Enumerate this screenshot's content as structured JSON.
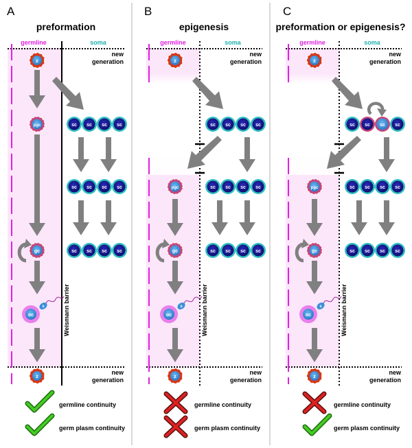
{
  "panels": [
    {
      "letter": "A",
      "title": "preformation",
      "germline_label": "germline",
      "soma_label": "soma",
      "new_generation_top": [
        "new",
        "generation"
      ],
      "new_generation_bottom": [
        "new",
        "generation"
      ],
      "barrier_label": "Weismann barrier",
      "cells": {
        "zygote": "z",
        "pgc": "pgc",
        "gc": "gc",
        "oc": "oc",
        "sperm": "s",
        "somatic": "sc"
      },
      "outcomes": [
        {
          "label": "germline continuity",
          "result": "check"
        },
        {
          "label": "germ plasm continuity",
          "result": "check"
        }
      ]
    },
    {
      "letter": "B",
      "title": "epigenesis",
      "germline_label": "germline",
      "soma_label": "soma",
      "new_generation_top": [
        "new",
        "generation"
      ],
      "new_generation_bottom": [
        "new",
        "generation"
      ],
      "barrier_label": "Weismann barrier",
      "cells": {
        "zygote": "z",
        "pgc": "pgc",
        "gc": "gc",
        "oc": "oc",
        "sperm": "s",
        "somatic": "sc"
      },
      "outcomes": [
        {
          "label": "germline continuity",
          "result": "cross"
        },
        {
          "label": "germ plasm continuity",
          "result": "cross"
        }
      ]
    },
    {
      "letter": "C",
      "title": "preformation or epigenesis?",
      "germline_label": "germline",
      "soma_label": "soma",
      "new_generation_top": [
        "new",
        "generation"
      ],
      "new_generation_bottom": [
        "new",
        "generation"
      ],
      "barrier_label": "Weismann barrier",
      "cells": {
        "zygote": "z",
        "pgc": "pgc",
        "gc": "gc",
        "oc": "oc",
        "sperm": "s",
        "somatic": "sc"
      },
      "outcomes": [
        {
          "label": "germline continuity",
          "result": "cross"
        },
        {
          "label": "germ plasm continuity",
          "result": "check"
        }
      ]
    }
  ],
  "colors": {
    "germline": "#e020e0",
    "soma": "#20b0b0",
    "germline_shade": "#fce6fa",
    "arrow": "#808080",
    "somatic_outer": "#30c0c0",
    "somatic_inner": "#14148c",
    "germ_ring": "#c84678",
    "germ_inner": "#3a8fd8",
    "zygote_ring": "#d83818",
    "oocyte_outer": "#e880ec",
    "check": "#44cc22",
    "cross": "#dd2222"
  }
}
